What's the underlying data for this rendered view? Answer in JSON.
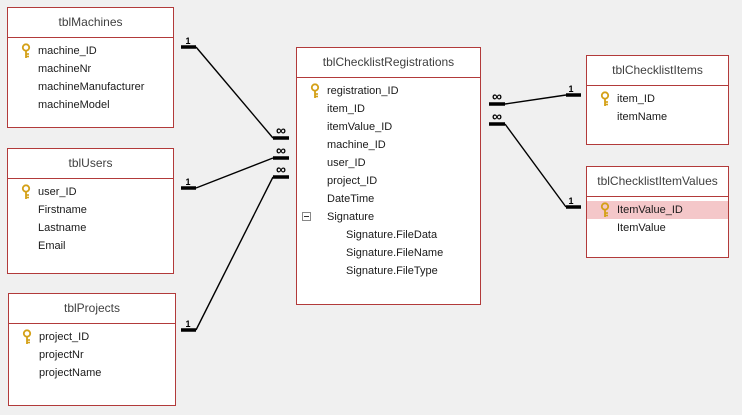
{
  "tables": {
    "machines": {
      "title": "tblMachines",
      "fields": [
        "machine_ID",
        "machineNr",
        "machineManufacturer",
        "machineModel"
      ]
    },
    "users": {
      "title": "tblUsers",
      "fields": [
        "user_ID",
        "Firstname",
        "Lastname",
        "Email"
      ]
    },
    "projects": {
      "title": "tblProjects",
      "fields": [
        "project_ID",
        "projectNr",
        "projectName"
      ]
    },
    "registrations": {
      "title": "tblChecklistRegistrations",
      "fields": [
        "registration_ID",
        "item_ID",
        "itemValue_ID",
        "machine_ID",
        "user_ID",
        "project_ID",
        "DateTime",
        "Signature",
        "Signature.FileData",
        "Signature.FileName",
        "Signature.FileType"
      ]
    },
    "items": {
      "title": "tblChecklistItems",
      "fields": [
        "item_ID",
        "itemName"
      ]
    },
    "itemValues": {
      "title": "tblChecklistItemValues",
      "fields": [
        "ItemValue_ID",
        "ItemValue"
      ]
    }
  },
  "relationships": {
    "one_label": "1",
    "many_label": "∞"
  },
  "icons": {
    "primary_key": "key-icon",
    "expand_toggle": "minus-box-icon"
  },
  "colors": {
    "table_border": "#b23a3a",
    "selected_row": "#f4c7c9",
    "key_gold": "#d4a017"
  }
}
